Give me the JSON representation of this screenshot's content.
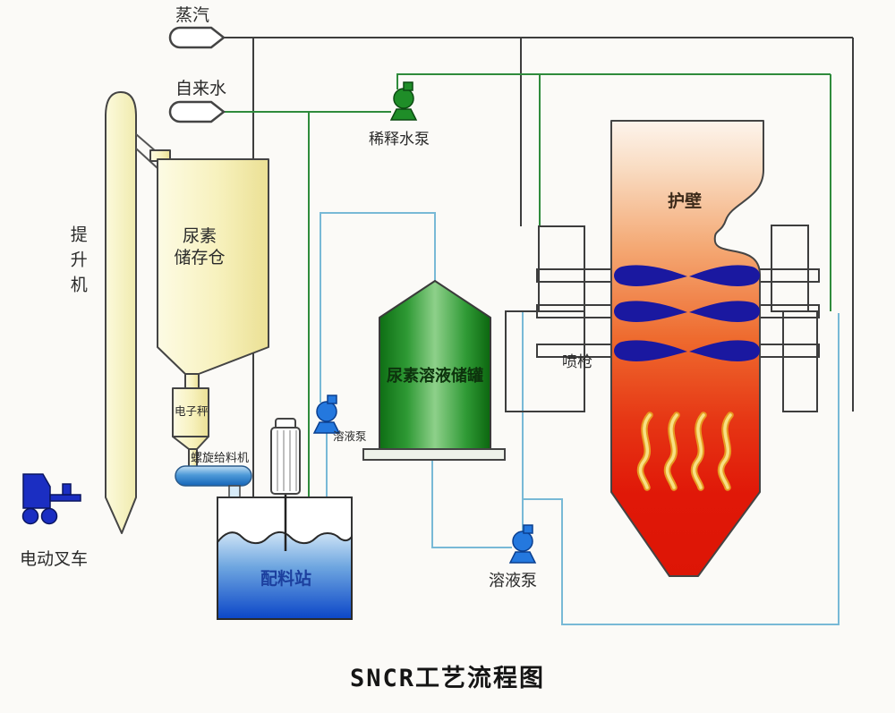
{
  "title": "SNCR工艺流程图",
  "labels": {
    "steam": "蒸汽",
    "tap_water": "自来水",
    "dilution_water_pump": "稀释水泵",
    "elevator": "提升机",
    "urea_silo_line1": "尿素",
    "urea_silo_line2": "储存仓",
    "electronic_scale": "电子秤",
    "screw_feeder": "螺旋给料机",
    "electric_forklift": "电动叉车",
    "batching_station": "配料站",
    "urea_solution_tank": "尿素溶液储罐",
    "solution_pump_1": "溶液泵",
    "solution_pump_2": "溶液泵",
    "furnace_wall": "护壁",
    "spray_lance": "喷枪"
  },
  "colors": {
    "background": "#fbfaf7",
    "line_steam": "#3d3d3d",
    "line_water": "#2f8b3c",
    "line_solution": "#78b9d6",
    "jet_navy": "#1a18a0",
    "pump_green": "#1f8d28",
    "pump_blue": "#2478de",
    "furnace_top": "#fdf3e9",
    "furnace_mid": "#ee6a2e",
    "furnace_red": "#df1407",
    "silo_yellow": "#f7f1bd",
    "tank_green": "#2f9a35",
    "liquid_blue": "#0b46c8",
    "feeder_blue": "#4e9ad8",
    "flame_yellow": "#f7e083",
    "flame_orange": "#e89b22",
    "forklift_blue": "#1b2ec2",
    "batching_label_blue": "#1c3f9e"
  }
}
